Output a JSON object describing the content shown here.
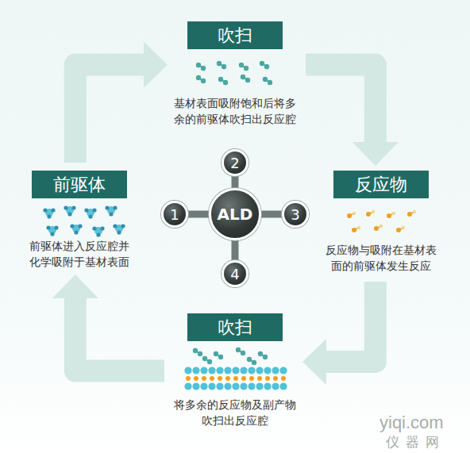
{
  "diagram": {
    "nodes": [
      {
        "text": [
          "吹扫",
          "基材表面吸附饱和后将多余的前驱体吹扫出反应腔"
        ]
      },
      {
        "text": [
          "2"
        ]
      },
      {
        "text": [
          "前驱体",
          "前驱体进入反应腔并化学吸附于基材表面"
        ]
      },
      {
        "text": [
          "反应物",
          "反应物与吸附在基材表面的前驱体发生反应"
        ]
      },
      {
        "text": [
          "1"
        ]
      },
      {
        "text": [
          "ALD"
        ]
      },
      {
        "text": [
          "3"
        ]
      },
      {
        "text": [
          "4"
        ]
      },
      {
        "text": [
          "吹扫",
          "将多余的反应物及副产物吹扫出反应腔"
        ]
      }
    ],
    "edges": [
      {
        "from": 2,
        "to": 0,
        "arrow": "to"
      },
      {
        "from": 0,
        "to": 3,
        "arrow": "to"
      },
      {
        "from": 3,
        "to": 8,
        "arrow": "to"
      },
      {
        "from": 8,
        "to": 2,
        "arrow": "to"
      },
      {
        "from": 5,
        "to": 1,
        "arrow": "none"
      },
      {
        "from": 5,
        "to": 4,
        "arrow": "none"
      },
      {
        "from": 5,
        "to": 6,
        "arrow": "none"
      },
      {
        "from": 5,
        "to": 7,
        "arrow": "none"
      }
    ],
    "labels": [
      "yiqi.com",
      "仪器网"
    ]
  }
}
